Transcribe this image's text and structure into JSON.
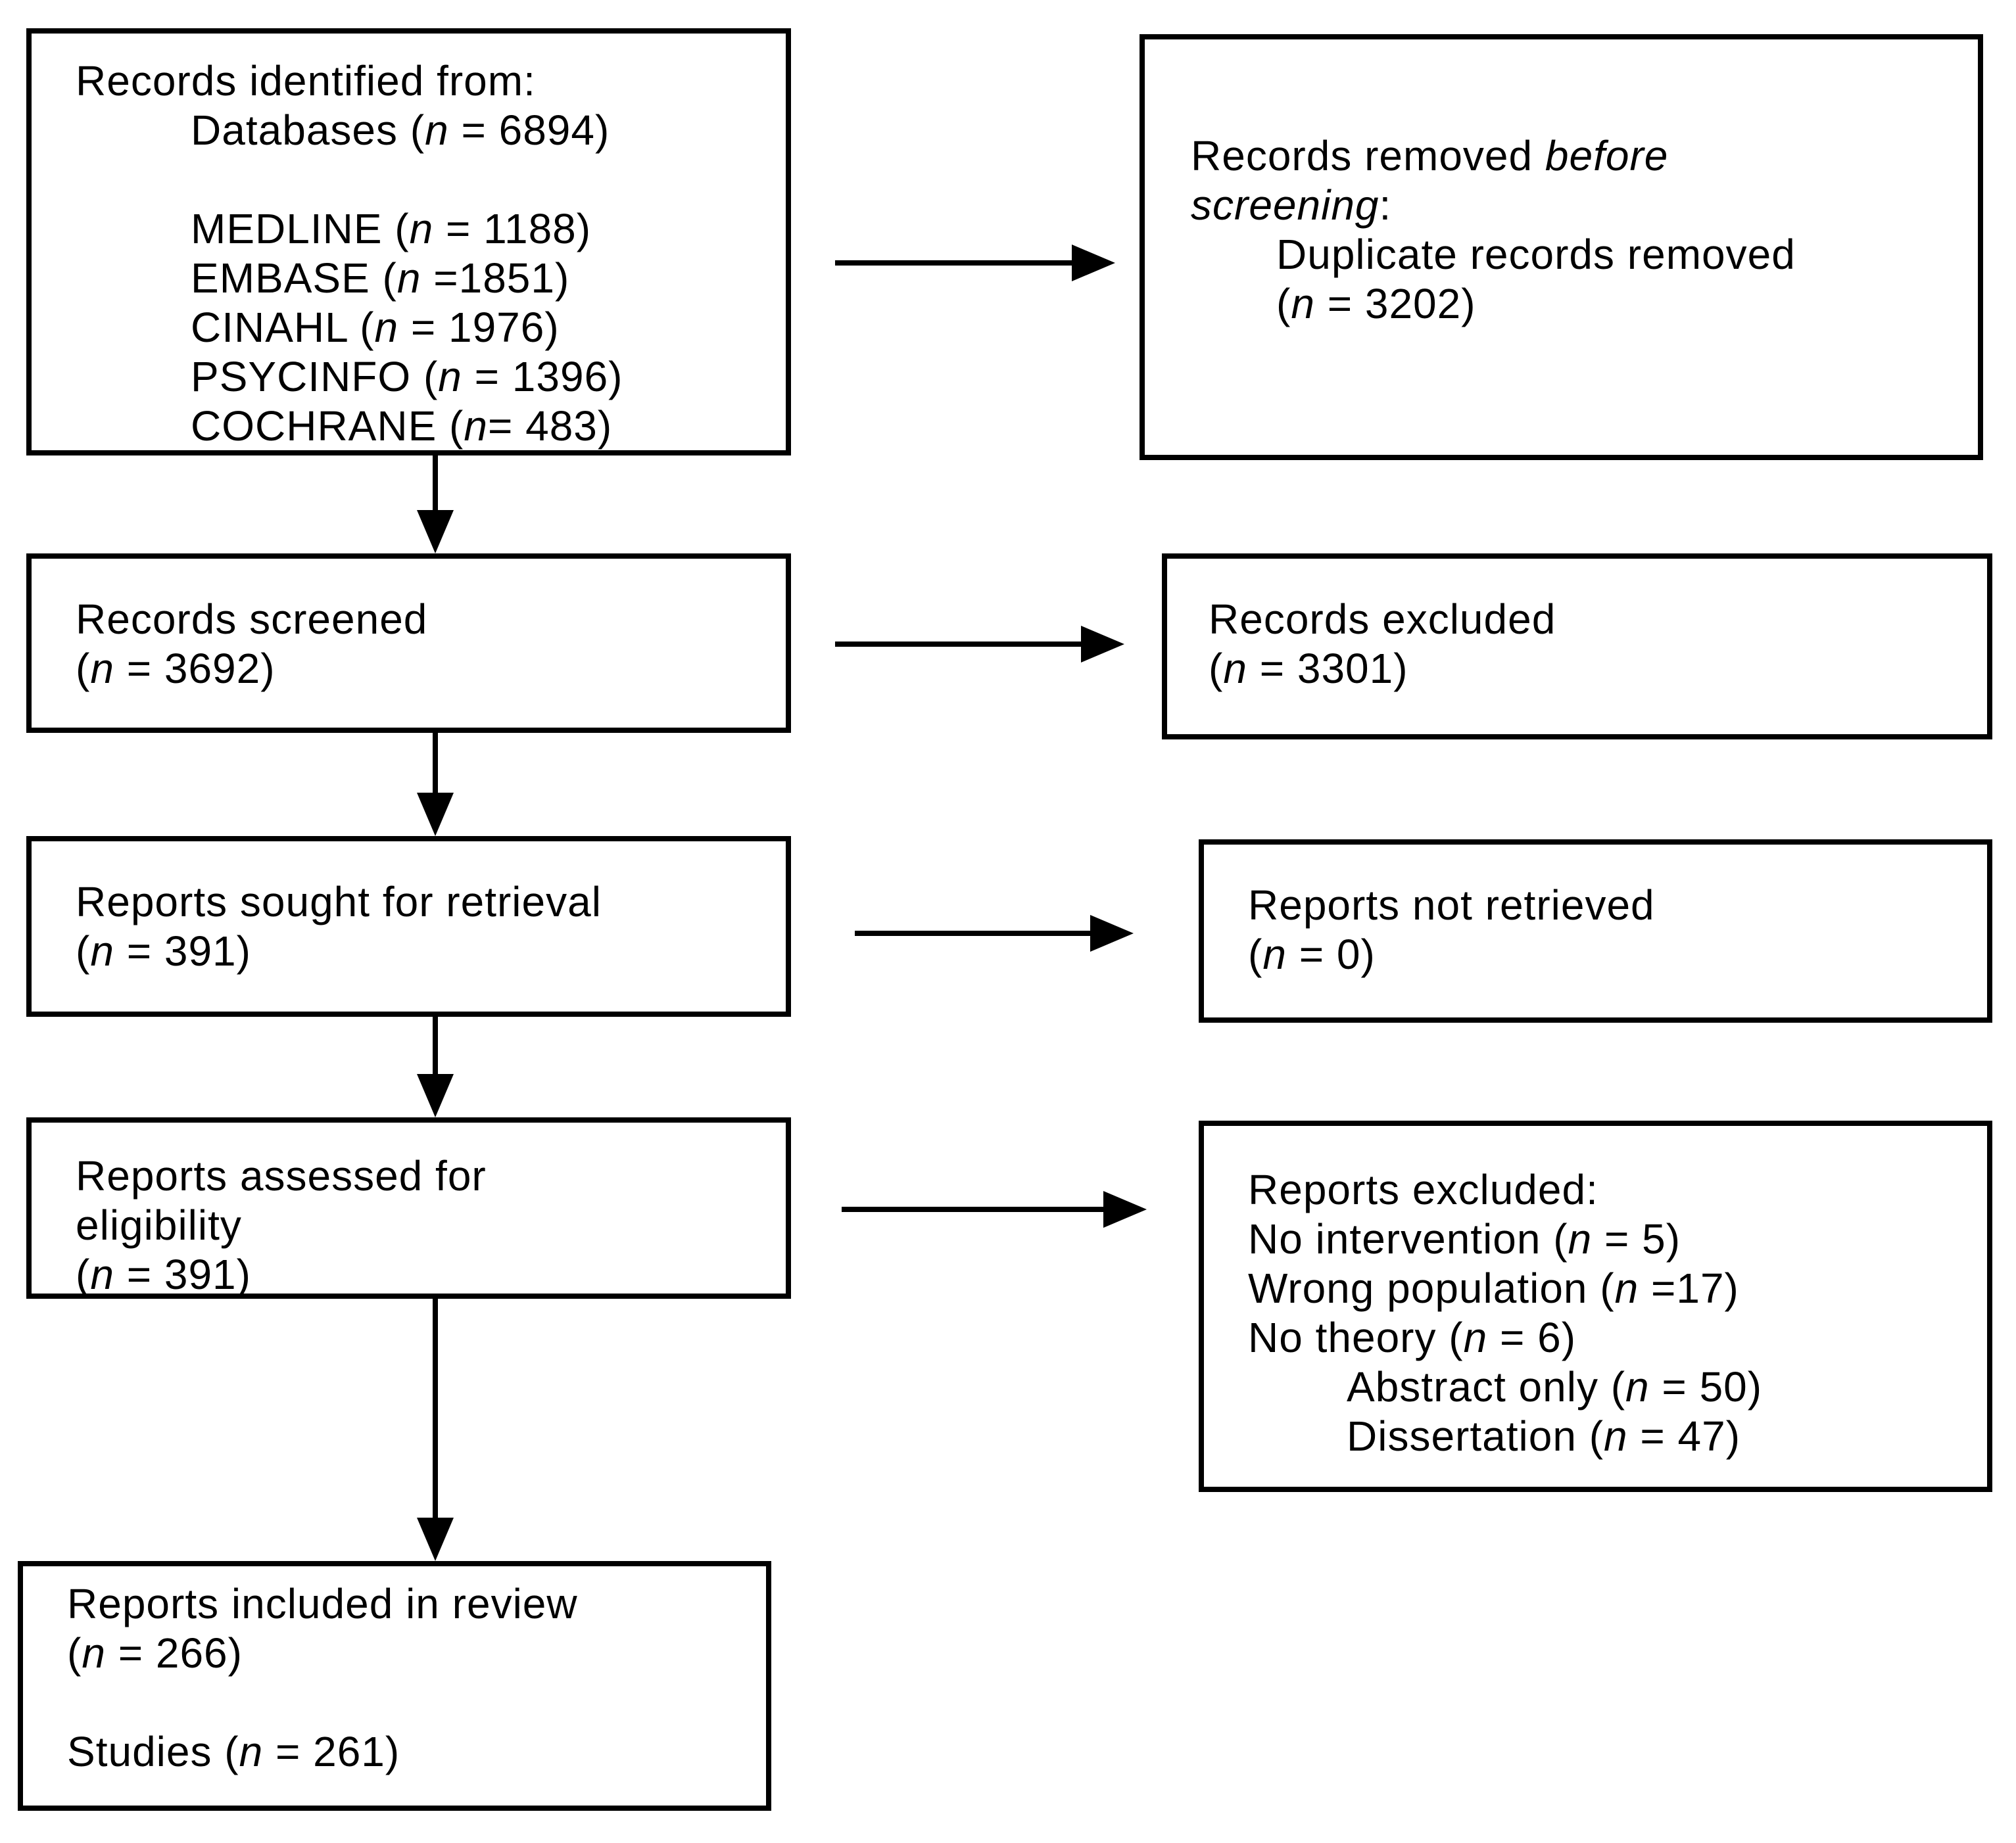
{
  "diagram": {
    "title": "PRISMA flow diagram",
    "colors": {
      "line": "#000000",
      "text": "#000000",
      "background": "#ffffff"
    },
    "boxes": {
      "b1": {
        "name": "records-identified",
        "lines": [
          {
            "parts": [
              {
                "t": "Records identified from:"
              }
            ]
          },
          {
            "ind": true,
            "parts": [
              {
                "t": "Databases ("
              },
              {
                "t": "n",
                "i": true
              },
              {
                "t": " = 6894)"
              }
            ]
          },
          {
            "parts": []
          },
          {
            "ind": true,
            "parts": [
              {
                "t": "MEDLINE ("
              },
              {
                "t": "n",
                "i": true
              },
              {
                "t": " = 1188)"
              }
            ]
          },
          {
            "ind": true,
            "parts": [
              {
                "t": "EMBASE ("
              },
              {
                "t": "n",
                "i": true
              },
              {
                "t": " =1851)"
              }
            ]
          },
          {
            "ind": true,
            "parts": [
              {
                "t": "CINAHL ("
              },
              {
                "t": "n",
                "i": true
              },
              {
                "t": " = 1976)"
              }
            ]
          },
          {
            "ind": true,
            "parts": [
              {
                "t": "PSYCINFO ("
              },
              {
                "t": "n",
                "i": true
              },
              {
                "t": " = 1396)"
              }
            ]
          },
          {
            "ind": true,
            "parts": [
              {
                "t": "COCHRANE ("
              },
              {
                "t": "n",
                "i": true
              },
              {
                "t": "= 483)"
              }
            ]
          }
        ]
      },
      "r1": {
        "name": "records-removed-before-screening",
        "lines": [
          {
            "parts": [
              {
                "t": "Records removed "
              },
              {
                "t": "before",
                "i": true
              }
            ]
          },
          {
            "parts": [
              {
                "t": "screening",
                "i": true
              },
              {
                "t": ":"
              }
            ]
          },
          {
            "ind": true,
            "parts": [
              {
                "t": "Duplicate records removed"
              }
            ]
          },
          {
            "ind": true,
            "parts": [
              {
                "t": "("
              },
              {
                "t": "n",
                "i": true
              },
              {
                "t": " = 3202)"
              }
            ]
          }
        ]
      },
      "b2": {
        "name": "records-screened",
        "lines": [
          {
            "parts": [
              {
                "t": "Records screened"
              }
            ]
          },
          {
            "parts": [
              {
                "t": "("
              },
              {
                "t": "n",
                "i": true
              },
              {
                "t": " = 3692)"
              }
            ]
          }
        ]
      },
      "r2": {
        "name": "records-excluded",
        "lines": [
          {
            "parts": [
              {
                "t": "Records excluded"
              }
            ]
          },
          {
            "parts": [
              {
                "t": "("
              },
              {
                "t": "n",
                "i": true
              },
              {
                "t": " = 3301)"
              }
            ]
          }
        ]
      },
      "b3": {
        "name": "reports-sought-for-retrieval",
        "lines": [
          {
            "parts": [
              {
                "t": "Reports sought for retrieval"
              }
            ]
          },
          {
            "parts": [
              {
                "t": "("
              },
              {
                "t": "n",
                "i": true
              },
              {
                "t": " = 391)"
              }
            ]
          }
        ]
      },
      "r3": {
        "name": "reports-not-retrieved",
        "lines": [
          {
            "parts": [
              {
                "t": "Reports not retrieved"
              }
            ]
          },
          {
            "parts": [
              {
                "t": "("
              },
              {
                "t": "n",
                "i": true
              },
              {
                "t": " = 0)"
              }
            ]
          }
        ]
      },
      "b4": {
        "name": "reports-assessed-for-eligibility",
        "lines": [
          {
            "parts": [
              {
                "t": "Reports assessed for"
              }
            ]
          },
          {
            "parts": [
              {
                "t": "eligibility"
              }
            ]
          },
          {
            "parts": [
              {
                "t": "("
              },
              {
                "t": "n",
                "i": true
              },
              {
                "t": " = 391)"
              }
            ]
          }
        ]
      },
      "r4": {
        "name": "reports-excluded",
        "lines": [
          {
            "parts": [
              {
                "t": "Reports excluded:"
              }
            ]
          },
          {
            "parts": [
              {
                "t": "No intervention ("
              },
              {
                "t": "n",
                "i": true
              },
              {
                "t": " = 5)"
              }
            ]
          },
          {
            "parts": [
              {
                "t": "Wrong population ("
              },
              {
                "t": "n",
                "i": true
              },
              {
                "t": " =17)"
              }
            ]
          },
          {
            "parts": [
              {
                "t": "No theory ("
              },
              {
                "t": "n",
                "i": true
              },
              {
                "t": " = 6)"
              }
            ]
          },
          {
            "ind": true,
            "parts": [
              {
                "t": "Abstract only ("
              },
              {
                "t": "n",
                "i": true
              },
              {
                "t": " = 50)"
              }
            ]
          },
          {
            "ind": true,
            "parts": [
              {
                "t": "Dissertation ("
              },
              {
                "t": "n",
                "i": true
              },
              {
                "t": " = 47)"
              }
            ]
          }
        ]
      },
      "b5": {
        "name": "reports-included-in-review",
        "lines": [
          {
            "parts": [
              {
                "t": "Reports included in review"
              }
            ]
          },
          {
            "parts": [
              {
                "t": "("
              },
              {
                "t": "n",
                "i": true
              },
              {
                "t": " = 266)"
              }
            ]
          },
          {
            "parts": []
          },
          {
            "parts": [
              {
                "t": "Studies ("
              },
              {
                "t": "n",
                "i": true
              },
              {
                "t": " = 261)"
              }
            ]
          }
        ]
      }
    }
  }
}
